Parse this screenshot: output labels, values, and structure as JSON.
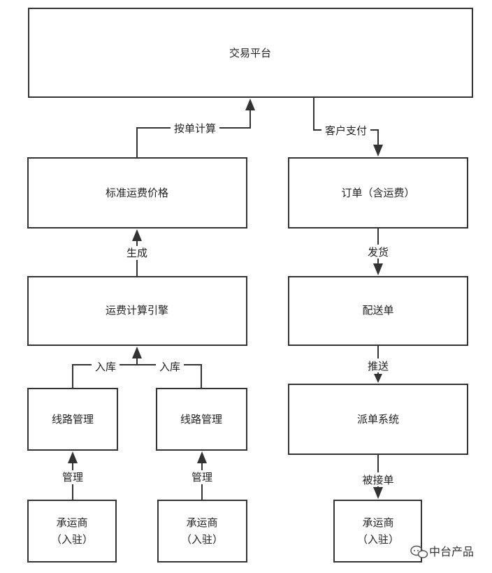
{
  "nodes": {
    "trading_platform": "交易平台",
    "standard_freight_price": "标准运费价格",
    "freight_engine": "运费计算引擎",
    "route_mgmt_1": "线路管理",
    "route_mgmt_2": "线路管理",
    "carrier_1_line1": "承运商",
    "carrier_1_line2": "（入驻）",
    "carrier_2_line1": "承运商",
    "carrier_2_line2": "（入驻）",
    "order": "订单（含运费）",
    "delivery_note": "配送单",
    "dispatch_system": "派单系统",
    "carrier_3_line1": "承运商",
    "carrier_3_line2": "（入驻）"
  },
  "edges": {
    "by_order_calc": "按单计算",
    "customer_payment": "客户支付",
    "generate": "生成",
    "store_in_1": "入库",
    "store_in_2": "入库",
    "manage_1": "管理",
    "manage_2": "管理",
    "ship": "发货",
    "push": "推送",
    "order_accepted": "被接单"
  },
  "watermark": {
    "text": "中台产品",
    "icon": "chat-bubbles-icon"
  }
}
